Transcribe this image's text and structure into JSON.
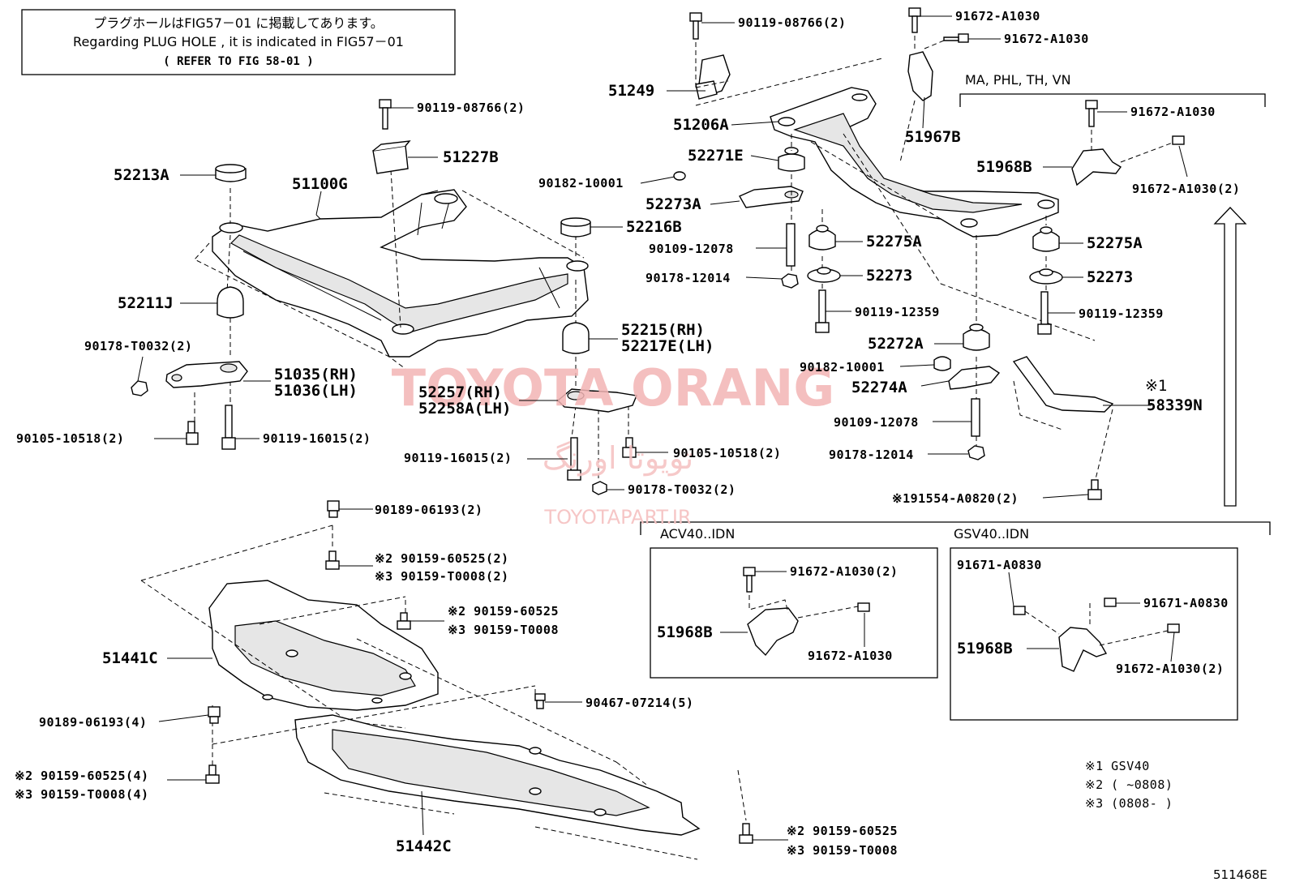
{
  "notice": {
    "line1": "プラグホールはFIG57－01 に掲載してあります。",
    "line2": "Regarding PLUG HOLE , it is indicated in FIG57－01",
    "line3": "( REFER TO FIG 58-01 )"
  },
  "watermark": {
    "brand": "TOYOTA ORANG",
    "persian": "تویوتا اورنگ",
    "url": "TOYOTAPART.IR"
  },
  "sections": {
    "region_codes": "MA, PHL, TH, VN",
    "acv40": "ACV40..IDN",
    "gsv40": "GSV40..IDN"
  },
  "callouts": {
    "p90119_08766_top": "90119-08766(2)",
    "p51249": "51249",
    "p51206A": "51206A",
    "p91672_A1030_a": "91672-A1030",
    "p91672_A1030_b": "91672-A1030",
    "p51967B": "51967B",
    "p90119_08766_mid": "90119-08766(2)",
    "p51227B": "51227B",
    "p52213A": "52213A",
    "p51100G": "51100G",
    "p52211J": "52211J",
    "p90178_T0032_left": "90178-T0032(2)",
    "p51035": "51035(RH)",
    "p51036": "51036(LH)",
    "p90105_10518_left": "90105-10518(2)",
    "p90119_16015_left": "90119-16015(2)",
    "p90182_10001_a": "90182-10001",
    "p52271E": "52271E",
    "p52273A": "52273A",
    "p52216B": "52216B",
    "p90109_12078_a": "90109-12078",
    "p90178_12014_a": "90178-12014",
    "p52275A_a": "52275A",
    "p52273_a": "52273",
    "p90119_12359_a": "90119-12359",
    "p52215": "52215(RH)",
    "p52217E": "52217E(LH)",
    "p52272A": "52272A",
    "p90182_10001_b": "90182-10001",
    "p52274A": "52274A",
    "p90109_12078_b": "90109-12078",
    "p90178_12014_b": "90178-12014",
    "p52257": "52257(RH)",
    "p52258A": "52258A(LH)",
    "p90119_16015_mid": "90119-16015(2)",
    "p90105_10518_mid": "90105-10518(2)",
    "p90178_T0032_mid": "90178-T0032(2)",
    "p91672_A1030_ma1": "91672-A1030",
    "p51968B_ma": "51968B",
    "p91672_A1030_ma2": "91672-A1030(2)",
    "p52275A_b": "52275A",
    "p52273_b": "52273",
    "p90119_12359_b": "90119-12359",
    "mark1": "※1",
    "p58339N": "58339N",
    "p91554_A0820": "※191554-A0820(2)",
    "p90189_06193_top": "90189-06193(2)",
    "p90159_60525_a": "※2 90159-60525(2)",
    "p90159_T0008_a": "※3 90159-T0008(2)",
    "p90159_60525_b": "※2 90159-60525",
    "p90159_T0008_b": "※3 90159-T0008",
    "p51441C": "51441C",
    "p90189_06193_left": "90189-06193(4)",
    "p90467_07214": "90467-07214(5)",
    "p90159_60525_c": "※2 90159-60525(4)",
    "p90159_T0008_c": "※3 90159-T0008(4)",
    "p51442C": "51442C",
    "p90159_60525_d": "※2  90159-60525",
    "p90159_T0008_d": "※3  90159-T0008",
    "acv_91672_A1030_2": "91672-A1030(2)",
    "acv_51968B": "51968B",
    "acv_91672_A1030": "91672-A1030",
    "gsv_91671_A0830_a": "91671-A0830",
    "gsv_91671_A0830_b": "91671-A0830",
    "gsv_51968B": "51968B",
    "gsv_91672_A1030_2": "91672-A1030(2)"
  },
  "legend": {
    "l1": "※1  GSV40",
    "l2": "※2  (      ~0808)",
    "l3": "※3  (0808-      )"
  },
  "figure_id": "511468E"
}
